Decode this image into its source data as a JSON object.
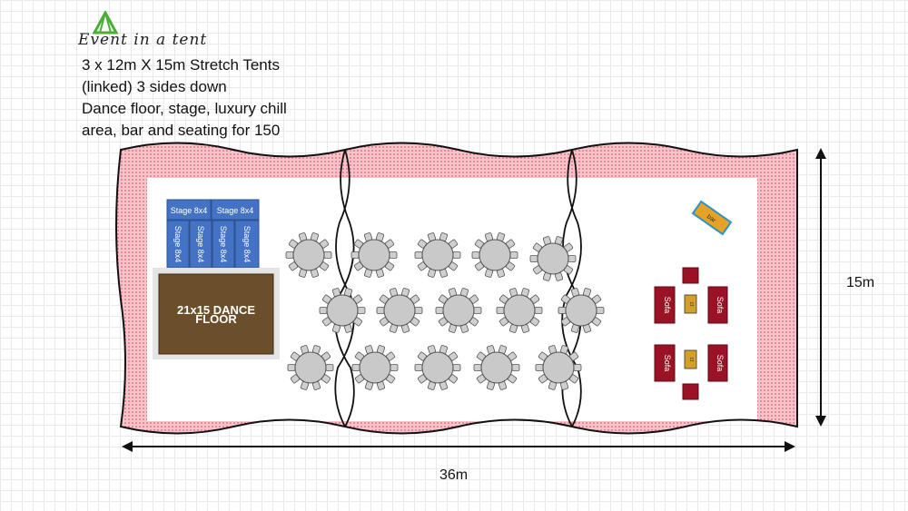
{
  "brand": {
    "logo_text": "Event in a tent"
  },
  "description": [
    "3 x 12m X 15m Stretch Tents",
    "(linked) 3 sides down",
    "Dance floor, stage, luxury chill",
    "area, bar and seating for 150"
  ],
  "stage": {
    "top_labels": [
      "Stage 8x4",
      "Stage 8x4"
    ],
    "vertical_labels": [
      "Stage 8x4",
      "Stage 8x4",
      "Stage 8x4",
      "Stage 8x4"
    ]
  },
  "dance_floor": {
    "line1": "21x15 DANCE",
    "line2": "FLOOR"
  },
  "chill_area": {
    "bar_label": "bar",
    "sofa_label": "Sofa",
    "table_label": "ct"
  },
  "dimensions": {
    "width": "36m",
    "height": "15m"
  },
  "colors": {
    "tent_wall": "#f4a6b0",
    "stage": "#4472c4",
    "dance_floor": "#6b4e2a",
    "sofa": "#9b1225",
    "coffee_table": "#d4a02a",
    "bar": "#e5a224",
    "table": "#c9c9c9"
  }
}
